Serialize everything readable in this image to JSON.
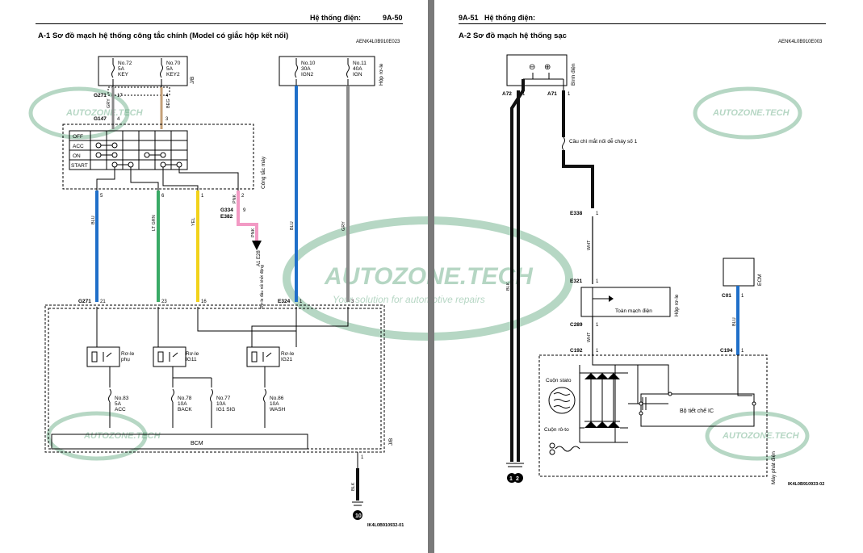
{
  "left_page": {
    "header_title": "Hệ thống điện:",
    "page_number": "9A-50",
    "section_title": "A-1 Sơ đồ mạch hệ thống công tắc chính (Model có giắc hộp kết nối)",
    "doc_code": "AENK4L0B910E023",
    "figure_code": "IK4L0B910932-01",
    "fuses": [
      {
        "no": "No.72",
        "rating": "5A",
        "name": "KEY"
      },
      {
        "no": "No.70",
        "rating": "5A",
        "name": "KEY2"
      },
      {
        "no": "No.10",
        "rating": "30A",
        "name": "IGN2"
      },
      {
        "no": "No.11",
        "rating": "40A",
        "name": "IGN"
      }
    ],
    "jb_label": "J/B",
    "relay_box_label": "Hộp rơ-le",
    "connectors": {
      "g271": "G271",
      "g147": "G147",
      "g334": "G334",
      "e382": "E382",
      "e324": "E324"
    },
    "pins": {
      "p17": "17",
      "p4": "4",
      "p3": "3",
      "p5": "5",
      "p6": "6",
      "p1": "1",
      "p2": "2",
      "p9": "9",
      "p21": "21",
      "p23": "23",
      "p16": "16",
      "p1b": "1",
      "p3b": "3",
      "p1c": "1",
      "p1d": "1",
      "p1e": "1"
    },
    "wires": {
      "gry": "GRY",
      "beg": "BEG",
      "blu": "BLU",
      "lt_grn": "LT GRN",
      "yel": "YEL",
      "pnk": "PNK",
      "pnk2": "PNK",
      "blu2": "BLU",
      "gry2": "GRY",
      "blk": "BLK"
    },
    "switch_rows": [
      "OFF",
      "ACC",
      "ON",
      "START"
    ],
    "ignition_switch_label": "Công tắc máy",
    "ground_a_label": "A1\nE28",
    "ground_note": "Rơ-le đầu nối khởi động",
    "relays": [
      {
        "name": "Rơ-le",
        "sub": "phụ"
      },
      {
        "name": "Rơ-le",
        "sub": "IG11"
      },
      {
        "name": "Rơ-le",
        "sub": "IG21"
      }
    ],
    "bcm_fuses": [
      {
        "no": "No.83",
        "rating": "5A",
        "name": "ACC"
      },
      {
        "no": "No.78",
        "rating": "10A",
        "name": "BACK"
      },
      {
        "no": "No.77",
        "rating": "10A",
        "name": "IG1 SIG"
      },
      {
        "no": "No.86",
        "rating": "10A",
        "name": "WASH"
      }
    ],
    "bcm_label": "BCM",
    "ground_number": "10"
  },
  "right_page": {
    "page_number": "9A-51",
    "header_title": "Hệ thống điện:",
    "section_title": "A-2 Sơ đồ mạch hệ thống sạc",
    "doc_code": "AENK4L0B910E003",
    "figure_code": "IK4L0B910933-02",
    "battery_label": "Bình điện",
    "battery_neg": "⊖",
    "battery_pos": "⊕",
    "connectors": {
      "a72": "A72",
      "a71": "A71",
      "e338": "E338",
      "e321": "E321",
      "c289": "C289",
      "c192": "C192",
      "c01": "C01",
      "c194": "C194"
    },
    "pins": {
      "p1a": "1",
      "p1b": "1",
      "p1c": "1",
      "p1d": "1",
      "p1e": "1",
      "p1f": "1",
      "p1g": "1",
      "p1h": "1"
    },
    "fusible_link": "Cầu chì mắt nối dễ cháy số 1",
    "wires": {
      "blk": "BLK",
      "wht": "WHT",
      "wht2": "WHT",
      "blu": "BLU"
    },
    "relay_box_label": "Hộp rơ-le",
    "circuit_label": "Toàn mạch điện",
    "ecm_label": "ECM",
    "stator_label": "Cuộn stato",
    "rotor_label": "Cuộn rô-to",
    "ic_label": "Bộ tiết chế IC",
    "alternator_label": "Máy phát điện",
    "grounds": [
      "1",
      "2"
    ]
  },
  "watermark": {
    "brand": "AUTOZONE.TECH",
    "tagline": "Your solution for automotive repairs",
    "color": "#2e8b57"
  },
  "wire_colors": {
    "blue": "#1f6fc9",
    "green": "#3aaa66",
    "yellow": "#f2d21b",
    "pink": "#f29ac4",
    "gray": "#8a8a8a",
    "black": "#111111"
  }
}
